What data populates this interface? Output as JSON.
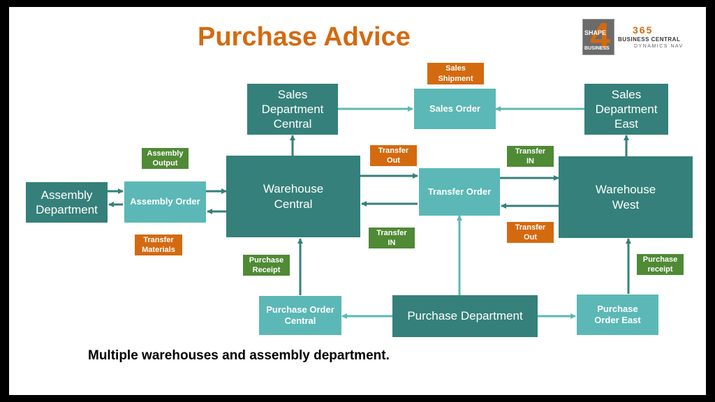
{
  "title": "Purchase Advice",
  "caption": "Multiple warehouses and assembly department.",
  "logo": {
    "brand_top": "SHAPE",
    "brand_bottom": "BUSINESS",
    "digit": "4",
    "number": "365",
    "product": "BUSINESS CENTRAL",
    "subproduct": "DYNAMICS NAV"
  },
  "nodes": {
    "sales_dept_central": "Sales Department Central",
    "sales_order": "Sales Order",
    "sales_dept_east": "Sales Department East",
    "assembly_dept": "Assembly Department",
    "assembly_order": "Assembly Order",
    "warehouse_central": "Warehouse Central",
    "transfer_order": "Transfer Order",
    "warehouse_west": "Warehouse West",
    "po_central": "Purchase Order Central",
    "purchase_dept": "Purchase Department",
    "po_east": "Purchase Order East"
  },
  "tags": {
    "sales_shipment": "Sales Shipment",
    "assembly_output": "Assembly Output",
    "transfer_materials": "Transfer Materials",
    "transfer_out_left": "Transfer Out",
    "transfer_in_right": "Transfer IN",
    "transfer_in_left": "Transfer IN",
    "transfer_out_right": "Transfer Out",
    "purchase_receipt_left": "Purchase Receipt",
    "purchase_receipt_right": "Purchase receipt"
  },
  "colors": {
    "dark_teal": "#35807a",
    "light_teal": "#5bb8b6",
    "orange": "#d46a10",
    "green": "#4f8a35"
  }
}
